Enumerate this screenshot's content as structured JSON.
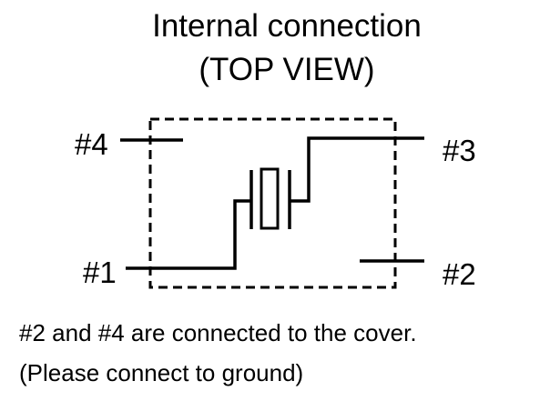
{
  "title": {
    "line1": "Internal connection",
    "line2": "(TOP VIEW)"
  },
  "pins": {
    "pin1": "#1",
    "pin2": "#2",
    "pin3": "#3",
    "pin4": "#4"
  },
  "note": {
    "line1": "#2 and #4 are connected to the cover.",
    "line2": "(Please connect to ground)"
  },
  "colors": {
    "ink": "#000000",
    "background": "#ffffff"
  }
}
